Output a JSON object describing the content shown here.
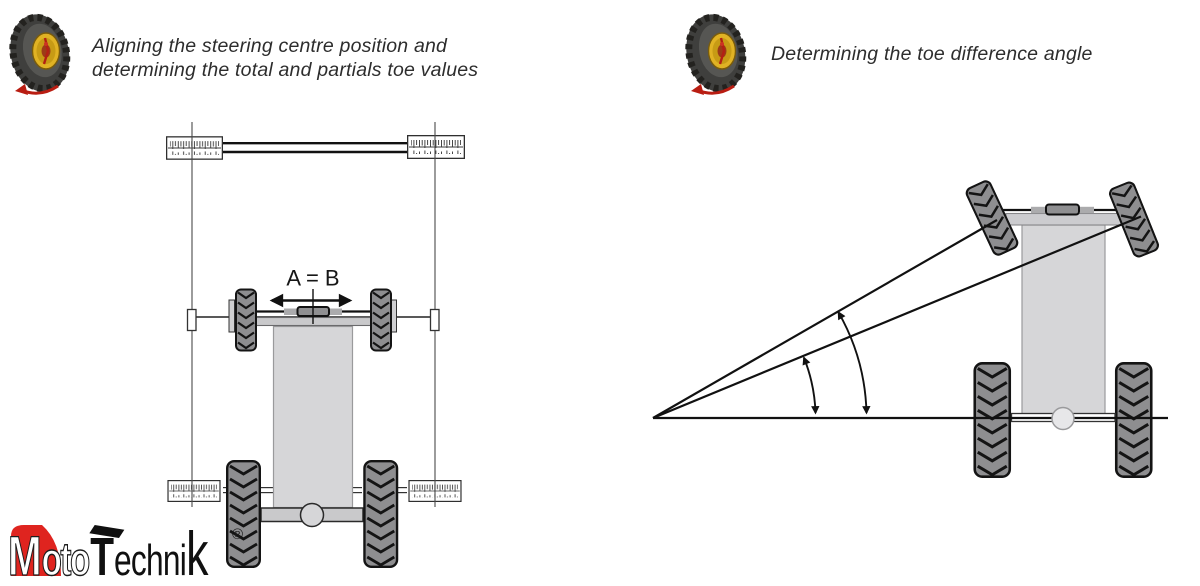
{
  "sections": {
    "left": {
      "icon": "tractor-wheel-icon",
      "caption_line1": "Aligning the steering centre position and",
      "caption_line2": "determining the total and partials toe values",
      "diagram_label": "A = B",
      "diagram_description": "top view of tractor with string gauge frame and four toe measuring scales"
    },
    "right": {
      "icon": "tractor-wheel-icon",
      "caption": "Determining the toe difference angle",
      "diagram_description": "top view of tractor with steered front wheels, wheel direction lines and two angle arcs meeting a baseline at a vertex"
    }
  },
  "logo": {
    "m": "M",
    "oto": "oto",
    "t": "T",
    "echni": "echni",
    "k": "k",
    "registered": "®"
  },
  "colors": {
    "logo_red": "#df241f",
    "rim_yellow": "#e0b224",
    "hub_red": "#b32014",
    "tire_gray": "#8e8e90",
    "body_gray": "#d6d6d8",
    "axle_gray": "#c9c9cb",
    "line_black": "#1a1a1a",
    "caption_text": "#2d2d2d"
  }
}
